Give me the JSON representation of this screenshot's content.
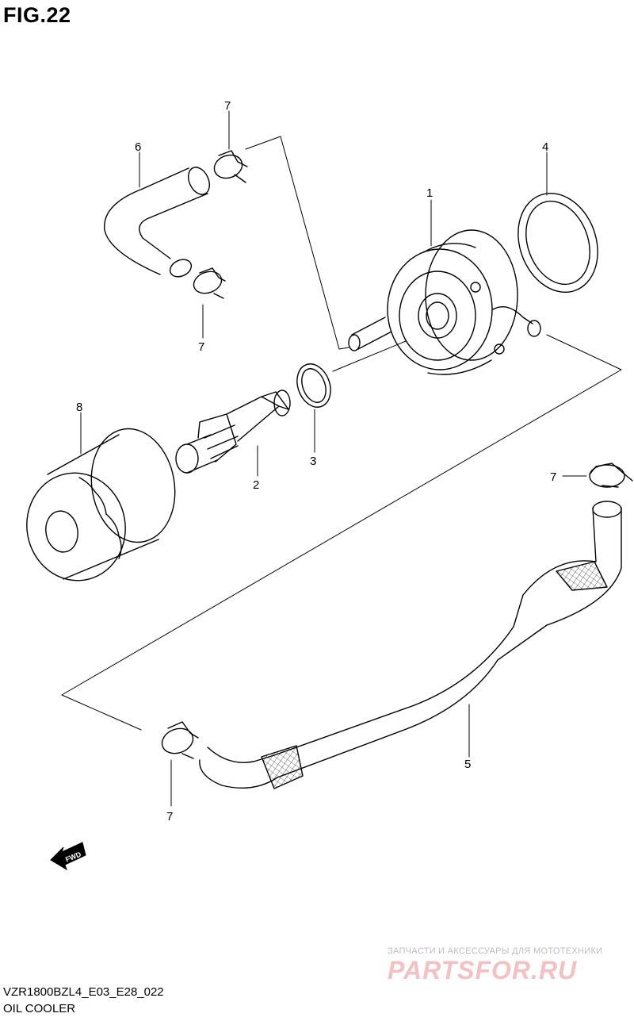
{
  "figure": {
    "title": "FIG.22"
  },
  "callouts": {
    "c1": "1",
    "c2": "2",
    "c3": "3",
    "c4": "4",
    "c5": "5",
    "c6": "6",
    "c7a": "7",
    "c7b": "7",
    "c7c": "7",
    "c7d": "7",
    "c8": "8"
  },
  "fwd_label": "FWD",
  "footer": {
    "model_code": "VZR1800BZL4_E03_E28_022",
    "section": "OIL COOLER"
  },
  "watermark": {
    "tagline": "ЗАПЧАСТИ И АКСЕССУАРЫ ДЛЯ МОТОТЕХНИКИ",
    "brand": "PARTSFOR.RU"
  }
}
